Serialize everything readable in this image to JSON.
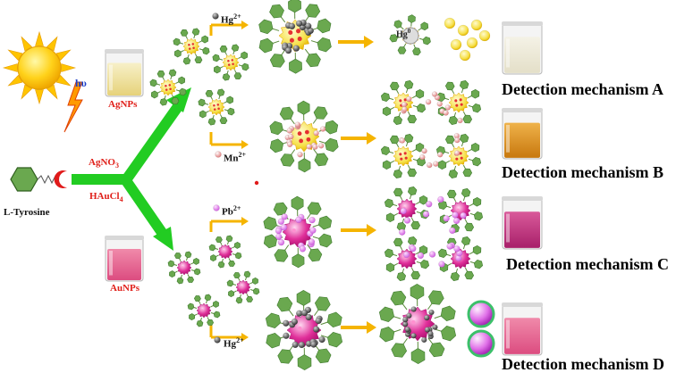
{
  "labels": {
    "light": "hυ",
    "ligand": "L-Tyrosine",
    "agnps": "AgNPs",
    "agno3": "AgNO",
    "agno3_sub": "3",
    "haucl4": "HAuCl",
    "haucl4_sub": "4",
    "aunps": "AuNPs"
  },
  "ions": {
    "hg_top": "Hg",
    "hg_top_sup": "2+",
    "mn": "Mn",
    "mn_sup": "2+",
    "pb": "Pb",
    "pb_sup": "2+",
    "hg_bottom": "Hg",
    "hg_bottom_sup": "2+",
    "hg_core": "Hg",
    "hg_core_sup": "0"
  },
  "mechanisms": [
    {
      "label": "Detection mechanism A"
    },
    {
      "label": "Detection mechanism B"
    },
    {
      "label": "Detection mechanism C"
    },
    {
      "label": "Detection mechanism D"
    }
  ],
  "colors": {
    "arrow_green": "#22cc22",
    "arrow_orange": "#f5b400",
    "ligand_green": "#6aa84f",
    "silver_core": "#f6e04a",
    "gold_core": "#e0309a",
    "agnps_solution": "#efe4a0",
    "mechB_solution": "#e09a2a",
    "mechC_solution": "#c8387f",
    "aunps_solution": "#e8608c"
  }
}
